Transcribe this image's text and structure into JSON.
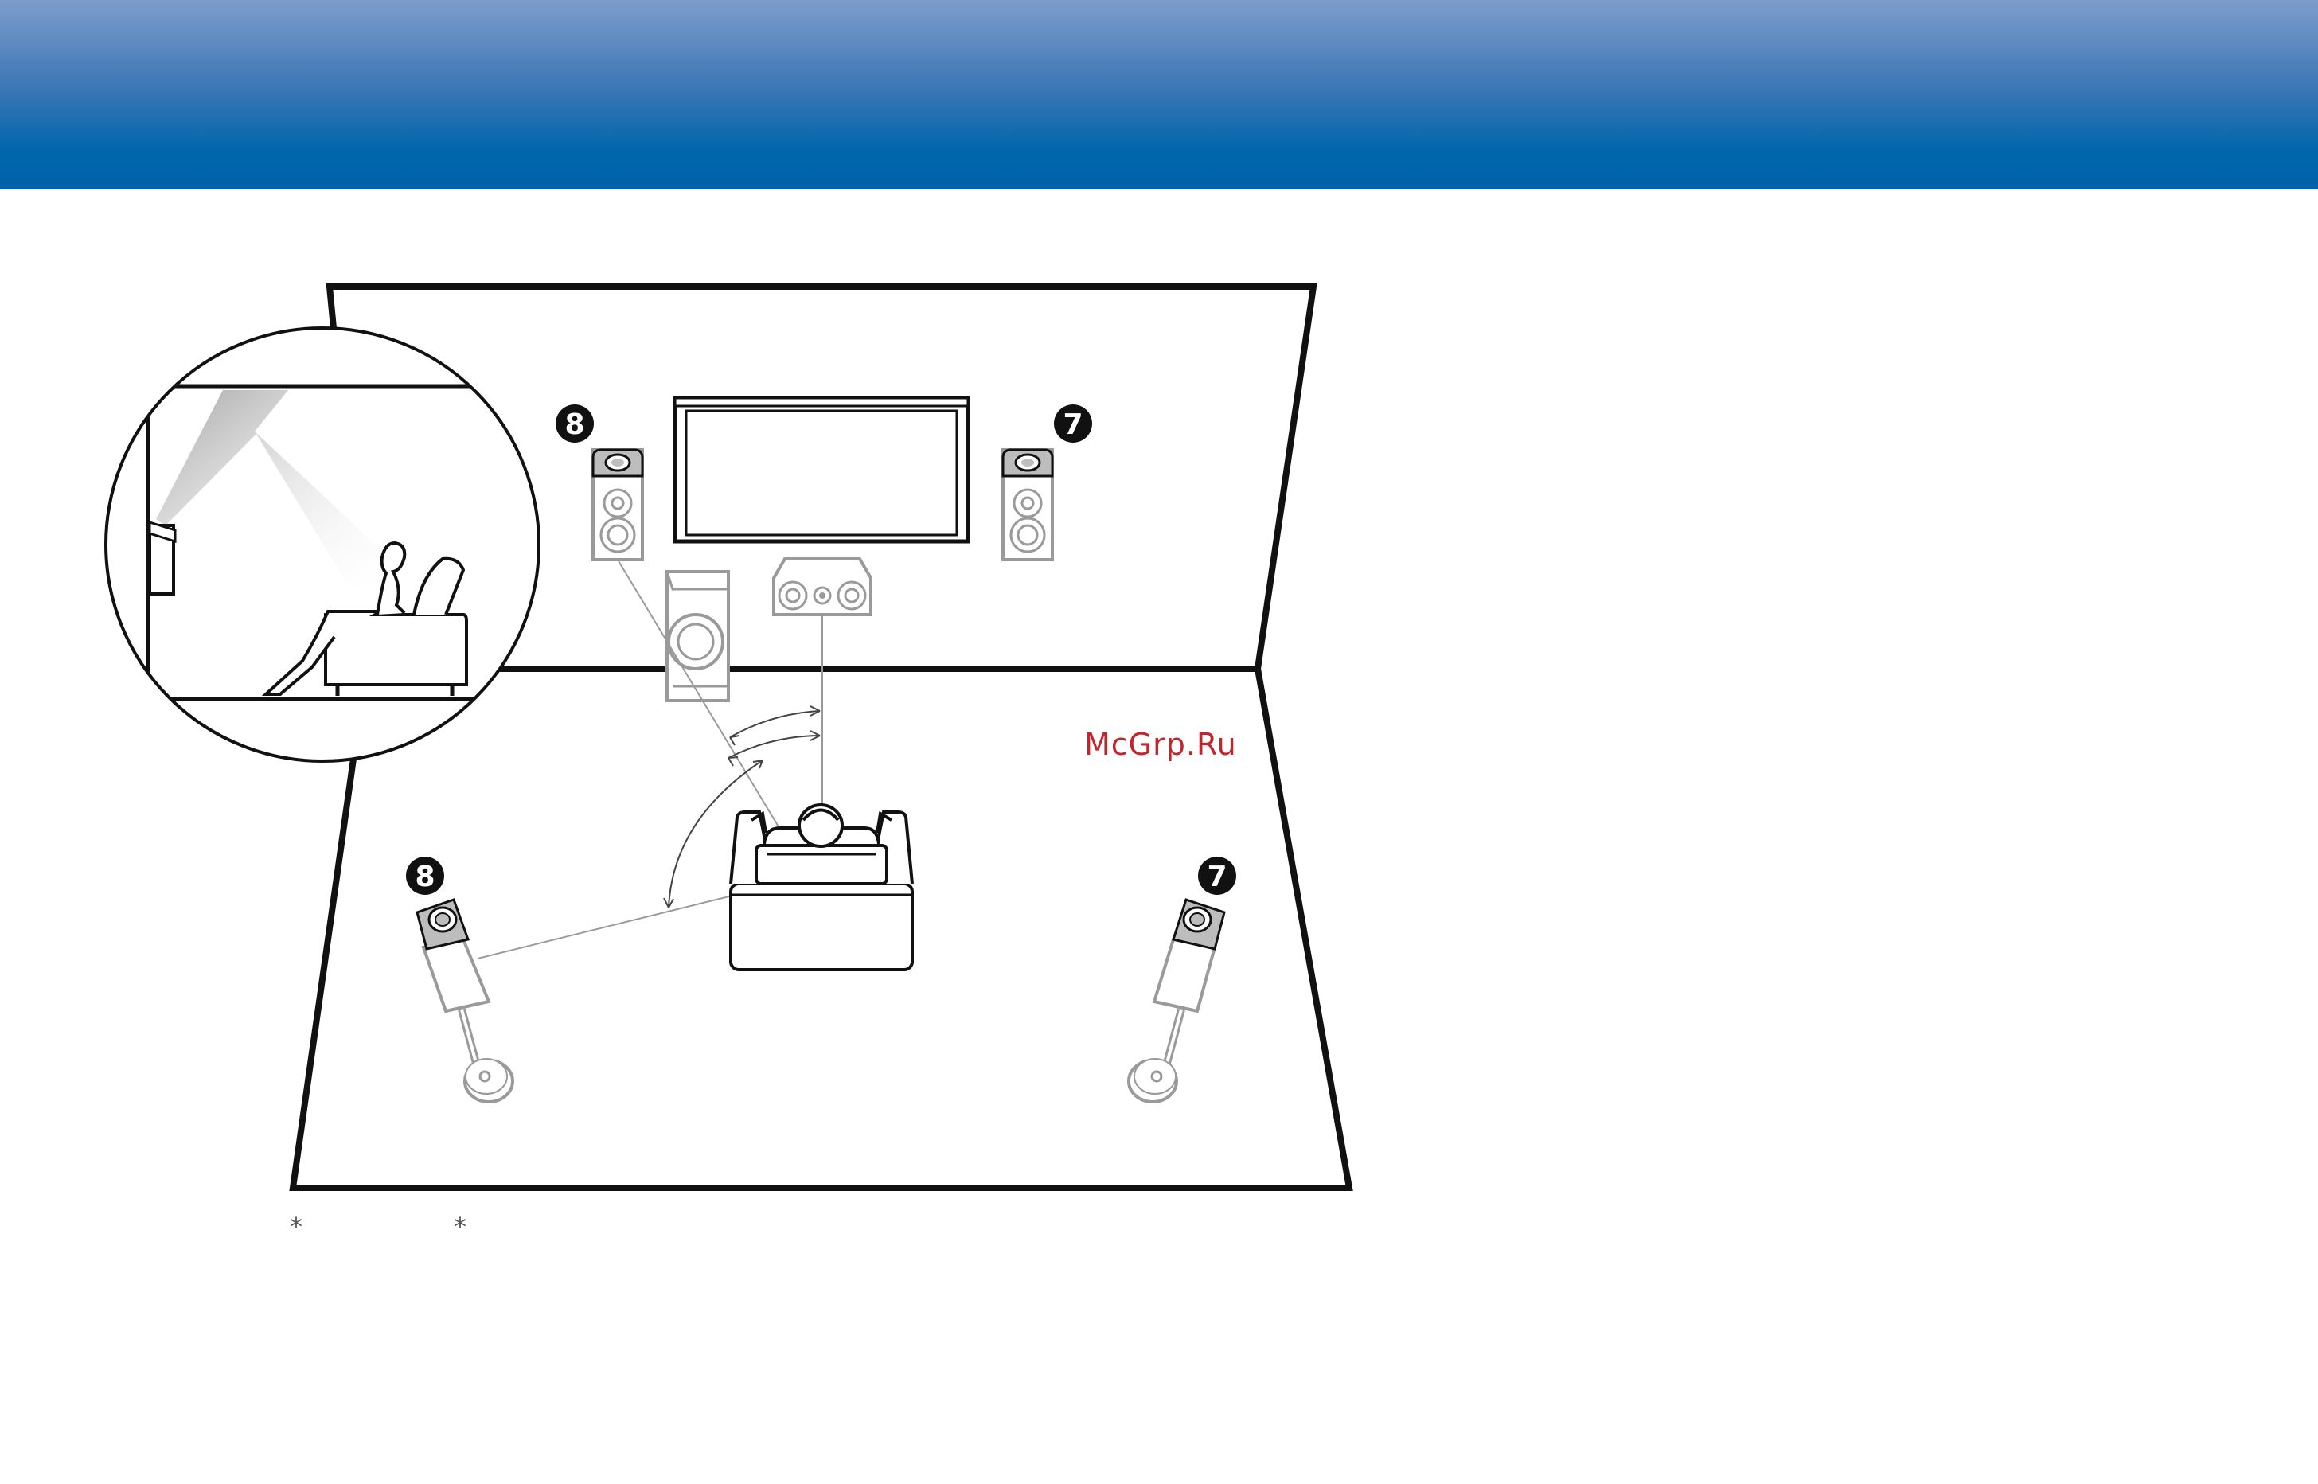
{
  "labels": {
    "badge_left": "8",
    "badge_right": "7",
    "watermark": "McGrp.Ru",
    "note_mark_1": "*",
    "note_mark_2": "*"
  },
  "colors": {
    "header_top": "#7d9dcc",
    "header_bottom": "#0062a8",
    "watermark": "#c0272d",
    "speaker_gray": "#9a9a9a"
  },
  "icons": [
    "front-wall",
    "floor",
    "television",
    "center-speaker",
    "subwoofer",
    "front-left-speaker",
    "front-right-speaker",
    "rear-height-left-speaker",
    "rear-height-right-speaker",
    "sofa",
    "listener",
    "ceiling-reflection-inset"
  ]
}
